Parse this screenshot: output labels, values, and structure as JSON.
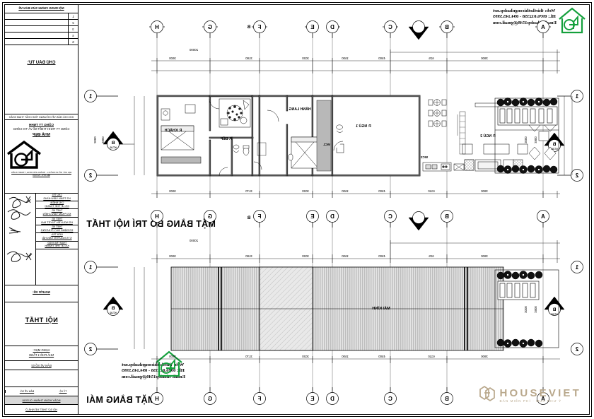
{
  "sheet": {
    "background": "#ffffff",
    "line_color": "#000000"
  },
  "title_block": {
    "revision_header": "NỘI DUNG CHỈNH SỬA BẢN VẼ",
    "revision_rows": [
      "1",
      "2",
      "3",
      "4",
      "5"
    ],
    "owner_label": "CHỦ ĐẦU TƯ:",
    "company": {
      "top_note": "GHI CHÚ: BẢN VẼ CHỈ MANG TÍNH CHẤT THAM KHẢO",
      "name": "CÔNG TY TNHH",
      "sub": "CÔNG TY TNHH THIẾT KẾ VÀ THI CÔNG",
      "brand": "NHÀ ĐẸP",
      "foot1": "ĐỊA CHỈ: SỐ 15 NGÕ 81 - HOÀNG PHƯƠNG, THANH XUÂN",
      "foot2": "ĐỊA CHỈ - HÀ NỘI",
      "logo": "house-logo"
    },
    "signatures": [
      {
        "role": "CHỦ TRÌ:",
        "name": "KS TRẦN VĂN HÙNG"
      },
      {
        "role": "CHỦ NHIỆM:",
        "name": "KS LÊ THẾ THÀNH"
      },
      {
        "role": "THIẾT KẾ:",
        "name": "KS PHẠM VĂN CHIẾN"
      },
      {
        "role": "THIẾT KẾ:",
        "name": "KS NGUYỄN TUYẾT MAI"
      },
      {
        "role": "THIẾT KẾ:",
        "name": "KS ĐẶNG DUY PHƯƠNG"
      },
      {
        "role": "KIỂM TRA:",
        "name": "KTS NGUYỄN VĂN HẢI"
      },
      {
        "role": "THẨM TRA KHẢO:",
        "name": "KS LÊ THẾ THÀNH"
      }
    ],
    "designer_label": "NGƯỜI VẼ:",
    "drawing_label": "NỘI THẤT",
    "item": {
      "line1": "HẠNG MỤC:",
      "line2": "NHÀ PHỐ 1 TẦNG",
      "line3": "BẢN VẼ SỐ 02"
    },
    "footer": {
      "scale_label": "TỶ LỆ:",
      "sheet_label": "BẢN VẼ SỐ:",
      "date_label": "NGÀY HOÀN THÀNH: 01/2018",
      "hcn_label": "HỒ SƠ THIẾT KẾ NHÀ Ở"
    }
  },
  "header_contact": {
    "line1": "Web: thietkethicongnhadep.net",
    "line2": "Hl.: 0976.012358 - 094.145.5995",
    "line3": "Email: nhadep1549@gmail.com",
    "logo_color": "#14a03c"
  },
  "plans": [
    {
      "id": "furniture-plan",
      "title": "MẶT BẰNG BỐ TRÍ NỘI THẤT",
      "grid_letters": [
        "A",
        "B",
        "C",
        "D",
        "E",
        "F",
        "G"
      ],
      "grid_numbers": [
        "1",
        "2"
      ],
      "section_marker": "B",
      "section_sub": "KT-02",
      "overall_dim": "20000",
      "dims_top": [
        "3600",
        "3180",
        "3040",
        "1500",
        "4500",
        "625",
        "3900"
      ],
      "dims_bottom": [
        "3600",
        "3170",
        "3020",
        "1500",
        "4500",
        "6110",
        "3900"
      ],
      "side_dims": [
        "2000",
        "3900"
      ],
      "rooms": [
        {
          "name": "P. NGỦ 2"
        },
        {
          "name": "P. NGỦ 1"
        },
        {
          "name": "HÀNH LANG"
        },
        {
          "name": "WC1"
        },
        {
          "name": "WC2"
        },
        {
          "name": "P. BẾP"
        },
        {
          "name": "P. KHÁCH"
        }
      ]
    },
    {
      "id": "roof-plan",
      "title": "MẶT BẰNG MÁI",
      "grid_letters": [
        "A",
        "B",
        "C",
        "D",
        "E",
        "F",
        "G"
      ],
      "grid_numbers": [
        "1",
        "2"
      ],
      "section_marker": "B",
      "section_sub": "KT-02",
      "overall_dim": "20000",
      "dims_top": [
        "3600",
        "3180",
        "3020",
        "1500",
        "4500",
        "625",
        "3900"
      ],
      "dims_bottom": [
        "3600",
        "3170",
        "3020",
        "1500",
        "4500",
        "6110",
        "3900"
      ],
      "side_dims": [
        "2000",
        "3900"
      ],
      "rooms": [
        {
          "name": "MÁI KÍNH"
        }
      ]
    }
  ],
  "watermark": {
    "brand": "HOUSEVIET",
    "tagline": "BÁN MIỄN PHÍ  ·  MUA NHƯ Ý",
    "color": "#b9a88c"
  }
}
